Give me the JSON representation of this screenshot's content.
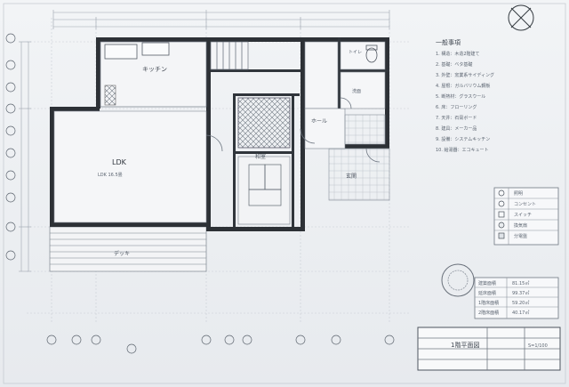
{
  "drawing": {
    "title": "1階平面図",
    "scale_label": "S=1/100"
  },
  "rooms": {
    "kitchen": "キッチン",
    "living_dining": "LDK",
    "tatami": "和室",
    "entrance": "玄関",
    "toilet": "トイレ",
    "wash": "洗面",
    "hall": "ホール",
    "deck": "デッキ"
  },
  "notes": [
    "1. 構造：木造2階建て",
    "2. 基礎：ベタ基礎",
    "3. 外壁：窯業系サイディング",
    "4. 屋根：ガルバリウム鋼板",
    "5. 断熱材：グラスウール",
    "6. 床：フローリング",
    "7. 天井：石膏ボード",
    "8. 建具：メーカー品",
    "9. 設備：システムキッチン",
    "10. 給湯器：エコキュート"
  ],
  "legend": {
    "items": [
      "照明",
      "コンセント",
      "スイッチ",
      "換気扇",
      "分電盤"
    ]
  },
  "title_block": {
    "rows": [
      "建築面積",
      "延床面積",
      "1階床面積",
      "2階床面積"
    ],
    "values": [
      "81.15㎡",
      "99.37㎡",
      "59.20㎡",
      "40.17㎡"
    ]
  }
}
